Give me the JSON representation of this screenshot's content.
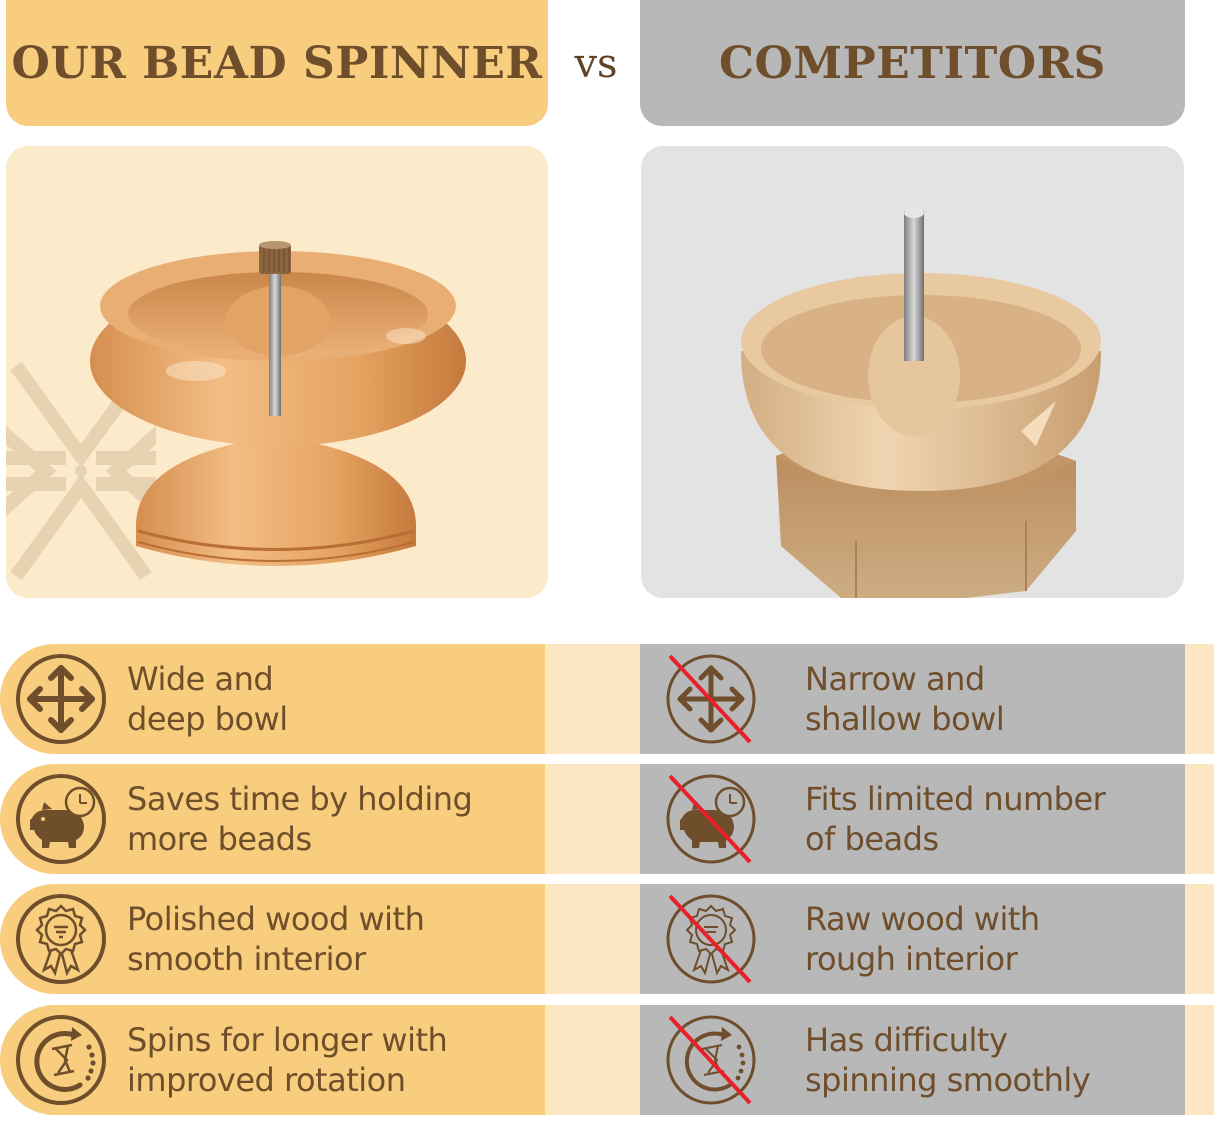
{
  "header": {
    "ours_title": "OUR BEAD SPINNER",
    "vs_label": "vs",
    "theirs_title": "COMPETITORS"
  },
  "colors": {
    "ours_accent": "#F8CE7E",
    "ours_light": "#FDE6C2",
    "ours_panel": "#FCEBCB",
    "theirs_accent": "#B8B8B8",
    "theirs_panel": "#E3E3E3",
    "text_brown": "#6E4E2B",
    "strike_red": "#E8202A"
  },
  "photos": {
    "ours": "wooden bead spinner with wide deep polished bowl on round base",
    "theirs": "wooden bead spinner with narrow shallow raw bowl on octagonal base"
  },
  "features": [
    {
      "icon": "expand-arrows-icon",
      "ours": {
        "line1": "Wide and",
        "line2": "deep bowl"
      },
      "theirs": {
        "line1": "Narrow and",
        "line2": "shallow bowl"
      }
    },
    {
      "icon": "piggy-bank-clock-icon",
      "ours": {
        "line1": "Saves time by holding",
        "line2": "more beads"
      },
      "theirs": {
        "line1": "Fits limited number",
        "line2": "of beads"
      }
    },
    {
      "icon": "award-ribbon-icon",
      "ours": {
        "line1": "Polished wood with",
        "line2": "smooth interior"
      },
      "theirs": {
        "line1": "Raw wood with",
        "line2": "rough interior"
      }
    },
    {
      "icon": "rotation-hourglass-icon",
      "ours": {
        "line1": "Spins for longer with",
        "line2": "improved rotation"
      },
      "theirs": {
        "line1": "Has difficulty",
        "line2": "spinning smoothly"
      }
    }
  ]
}
